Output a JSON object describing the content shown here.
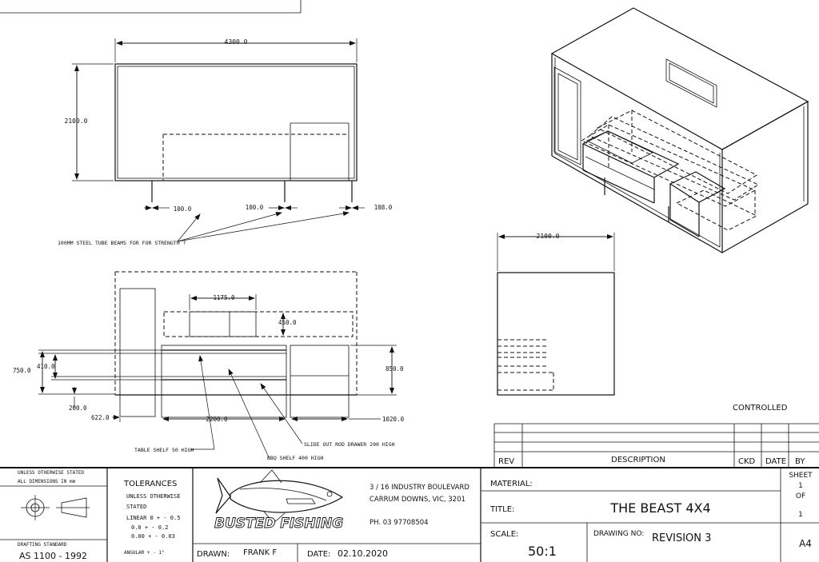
{
  "front_view": {
    "dim_width": "4300.0",
    "dim_height": "2100.0",
    "dim_left_offset": "100.0",
    "dim_mid_offset": "100.0",
    "dim_right_offset": "108.0",
    "note_beams": "100MM STEEL TUBE BEAMS FOR FOR STRENGTH ?"
  },
  "side_view": {
    "dim_drawer_width": "1175.0",
    "dim_drawer_height": "450.0",
    "dim_shelf_height": "410.0",
    "dim_table_height": "750.0",
    "dim_right_height": "850.0",
    "dim_base_height": "200.0",
    "dim_left_width": "622.0",
    "dim_mid_width": "2200.0",
    "dim_right_width": "1020.0",
    "note_table_shelf": "TABLE SHELF 50 HIGH",
    "note_bbq_shelf": "BBQ SHELF 400 HIGH",
    "note_drawer": "SLIDE OUT ROD DRAWER 200 HIGH"
  },
  "end_view": {
    "dim_width": "2100.0"
  },
  "revision_block": {
    "controlled": "CONTROLLED",
    "rev_header": "REV",
    "description_header": "DESCRIPTION",
    "ckd_header": "CKD",
    "date_header": "DATE",
    "by_header": "BY"
  },
  "title_block": {
    "unless_line1": "UNLESS OTHERWISE STATED",
    "unless_line2": "ALL DIMENSIONS IN mm",
    "drafting_standard_label": "DRAFTING STANDARD",
    "drafting_standard": "AS 1100 - 1992",
    "tolerances_title": "TOLERANCES",
    "tol_line1": "UNLESS OTHERWISE",
    "tol_line2": "STATED",
    "tol_line3": "LINEAR 0 + - 0.5",
    "tol_line4": "0.0 + - 0.2",
    "tol_line5": "0.00 + - 0.03",
    "tol_angular": "ANGULAR + - 1°",
    "company_name": "BUSTED FISHING",
    "address_line1": "3 / 16 INDUSTRY BOULEVARD",
    "address_line2": "CARRUM DOWNS, VIC, 3201",
    "phone": "PH. 03 97708504",
    "drawn_label": "DRAWN:",
    "drawn_by": "FRANK F",
    "date_label": "DATE:",
    "date": "02.10.2020",
    "material_label": "MATERIAL:",
    "title_label": "TITLE:",
    "title": "THE BEAST 4X4",
    "scale_label": "SCALE:",
    "scale": "50:1",
    "drawing_no_label": "DRAWING NO:",
    "drawing_no": "REVISION 3",
    "sheet_label": "SHEET",
    "sheet_num": "1",
    "sheet_of": "OF",
    "sheet_total": "1",
    "paper_size": "A4"
  }
}
